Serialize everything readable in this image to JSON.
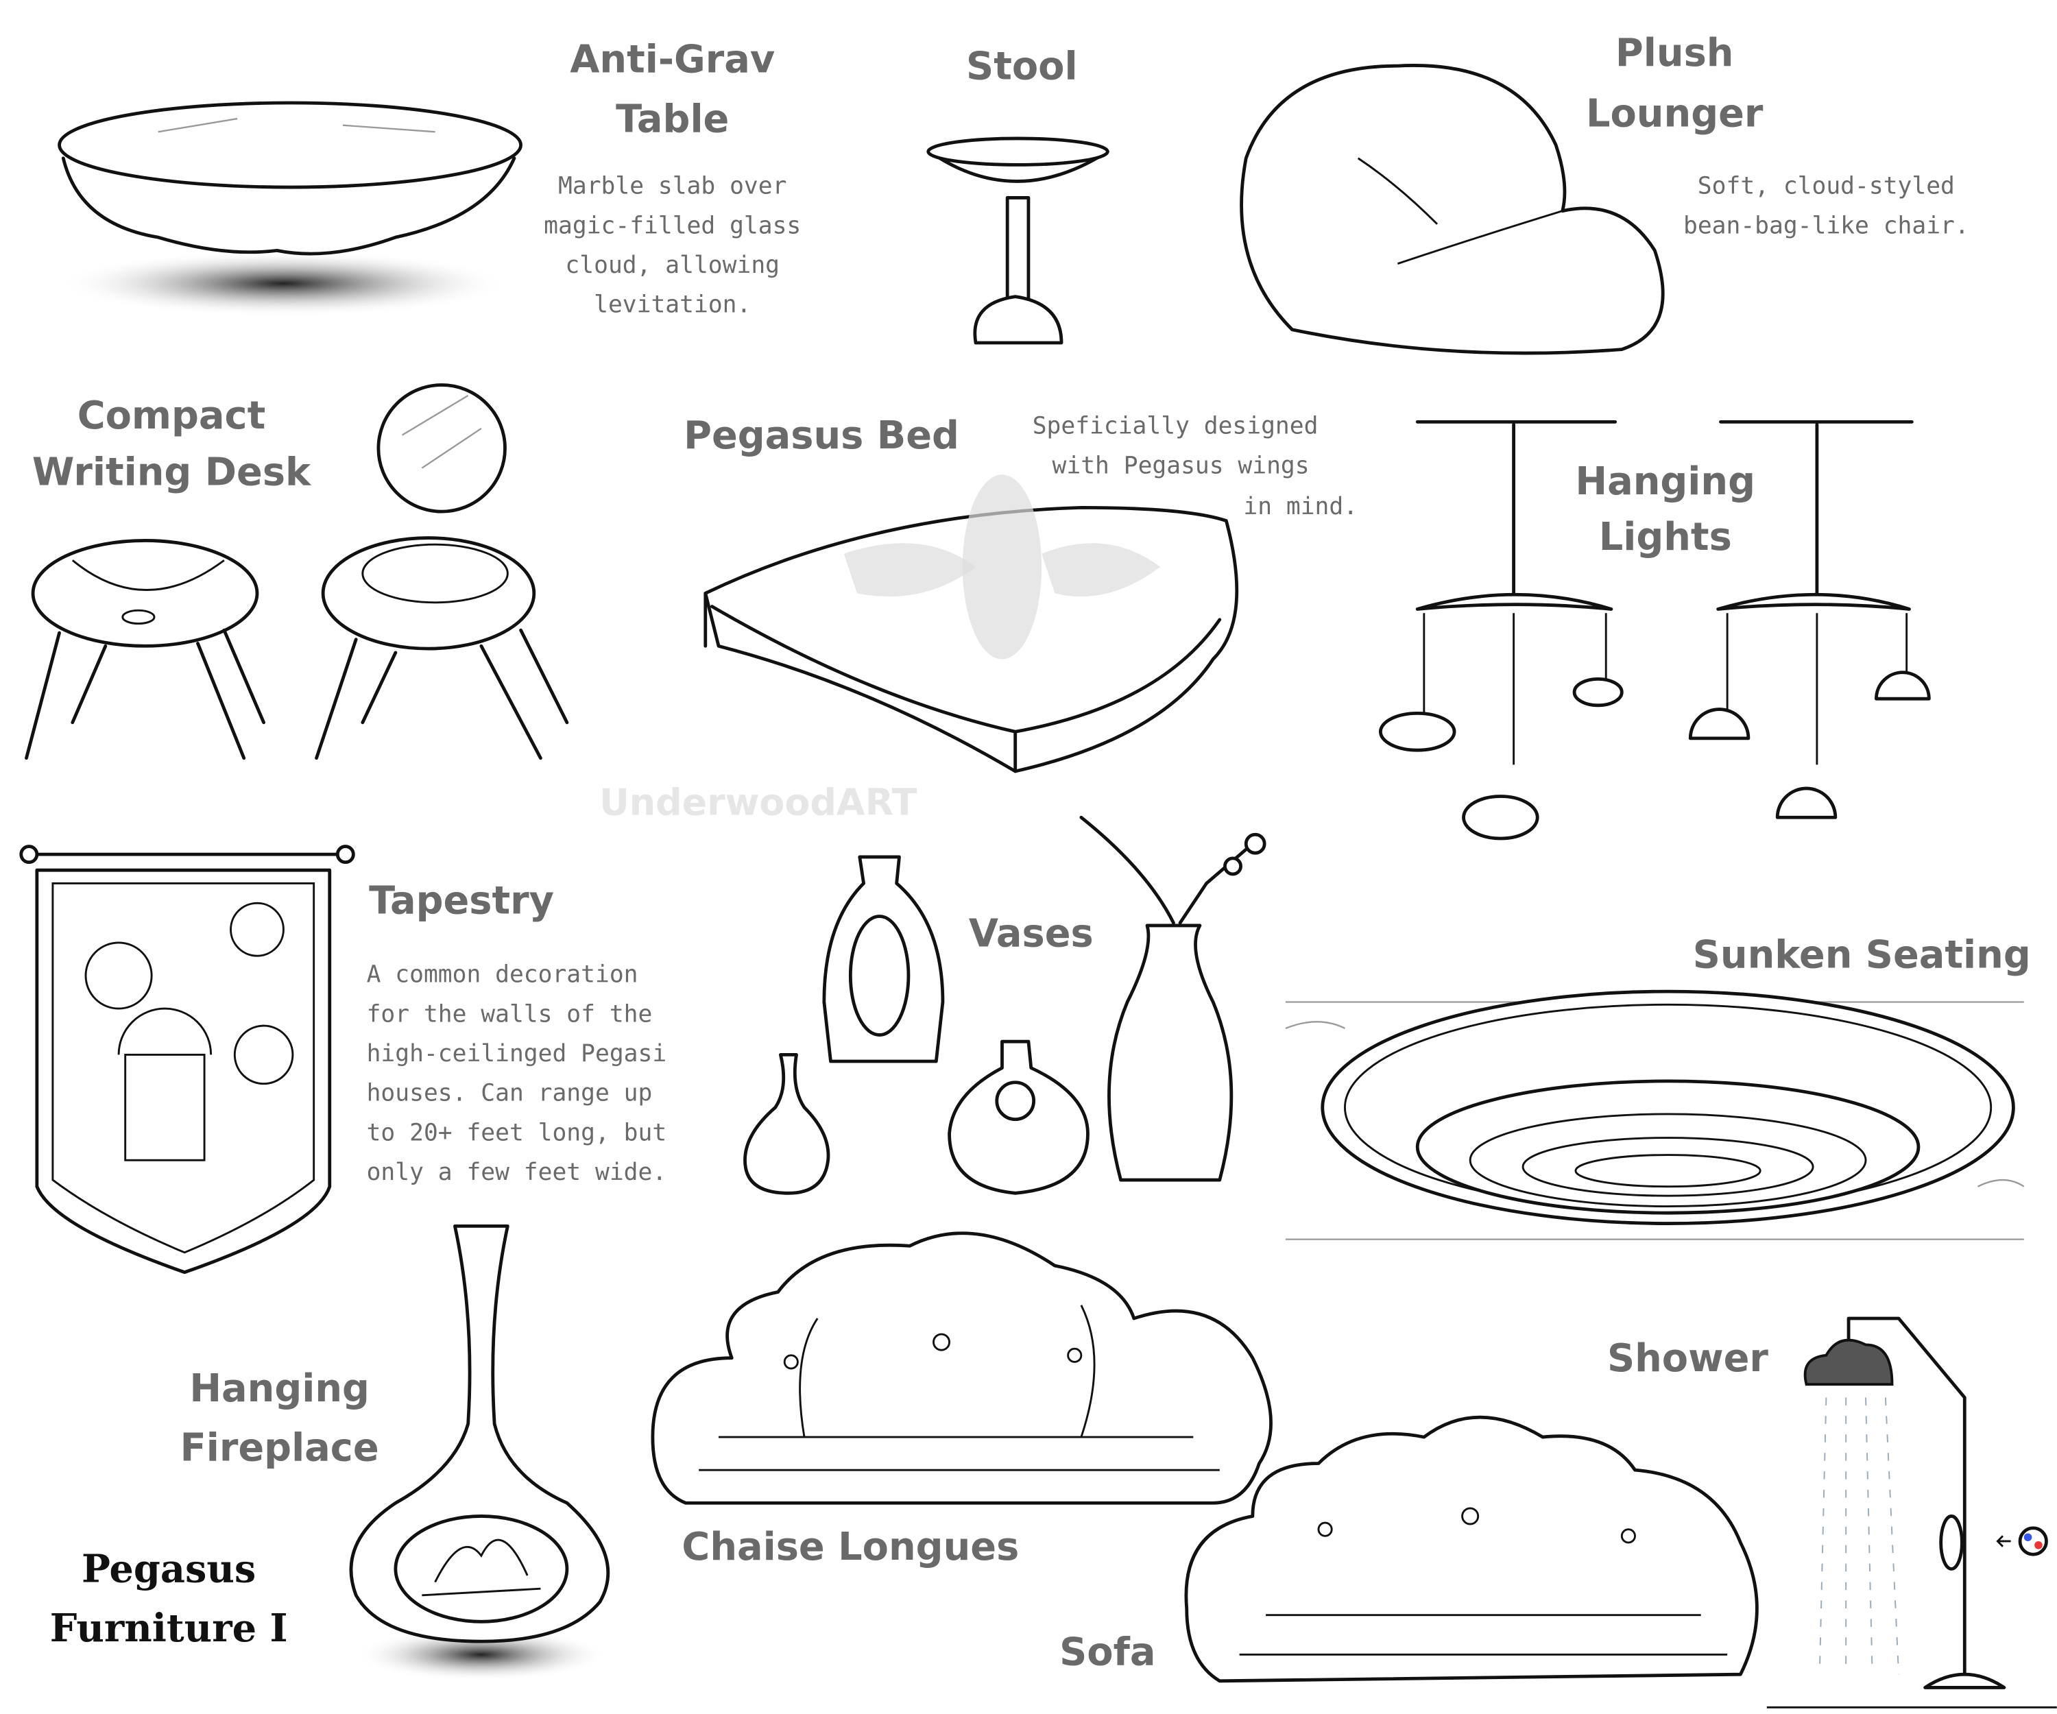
{
  "sheet_title": [
    "Pegasus",
    "Furniture I"
  ],
  "watermark": "UnderwoodART",
  "items": {
    "anti_grav_table": {
      "title": [
        "Anti-Grav",
        "Table"
      ],
      "desc": [
        "Marble slab over",
        "magic-filled glass",
        "cloud, allowing",
        "levitation."
      ]
    },
    "stool": {
      "title": "Stool"
    },
    "plush_lounger": {
      "title": [
        "Plush",
        "Lounger"
      ],
      "desc": [
        "Soft, cloud-styled",
        "bean-bag-like chair."
      ]
    },
    "writing_desk": {
      "title": [
        "Compact",
        "Writing Desk"
      ]
    },
    "pegasus_bed": {
      "title": "Pegasus Bed",
      "desc": [
        "Speficially designed",
        "with Pegasus wings",
        "in mind."
      ]
    },
    "hanging_lights": {
      "title": [
        "Hanging",
        "Lights"
      ]
    },
    "tapestry": {
      "title": "Tapestry",
      "desc": [
        "A common decoration",
        "for the walls of the",
        "high-ceilinged Pegasi",
        "houses. Can range up",
        "to 20+ feet long, but",
        "only a few feet wide."
      ]
    },
    "vases": {
      "title": "Vases"
    },
    "sunken_seating": {
      "title": "Sunken Seating"
    },
    "hanging_fireplace": {
      "title": [
        "Hanging",
        "Fireplace"
      ]
    },
    "chaise_longues": {
      "title": "Chaise Longues"
    },
    "shower": {
      "title": "Shower"
    },
    "sofa": {
      "title": "Sofa"
    }
  },
  "colors": {
    "label": "#6a6a6a",
    "line": "#111111",
    "shower_cloud": "#555555",
    "valve_blue": "#3355ee",
    "valve_red": "#ee3333"
  }
}
